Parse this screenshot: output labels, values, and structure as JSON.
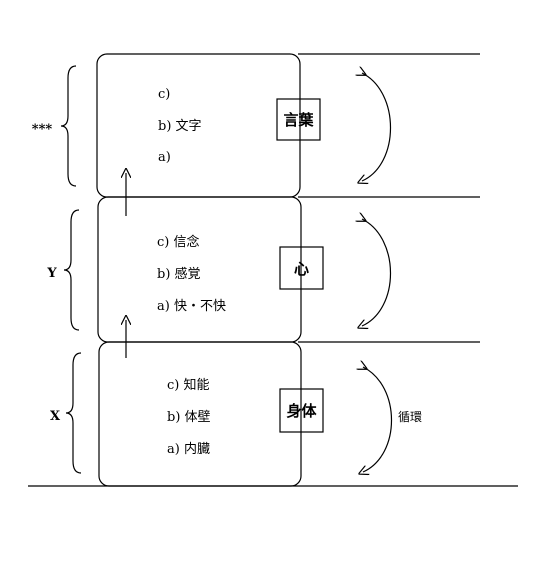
{
  "levels": {
    "top": {
      "side_label": "***",
      "box_label": "言葉",
      "items": [
        "c)",
        "b) 文字",
        "a)"
      ]
    },
    "middle": {
      "side_label": "Y",
      "box_label": "心",
      "items": [
        "c) 信念",
        "b) 感覚",
        "a) 快・不快"
      ]
    },
    "bottom": {
      "side_label": "X",
      "box_label": "身体",
      "items": [
        "c) 知能",
        "b) 体壁",
        "a) 内臓"
      ],
      "cycle_label": "循環"
    }
  }
}
